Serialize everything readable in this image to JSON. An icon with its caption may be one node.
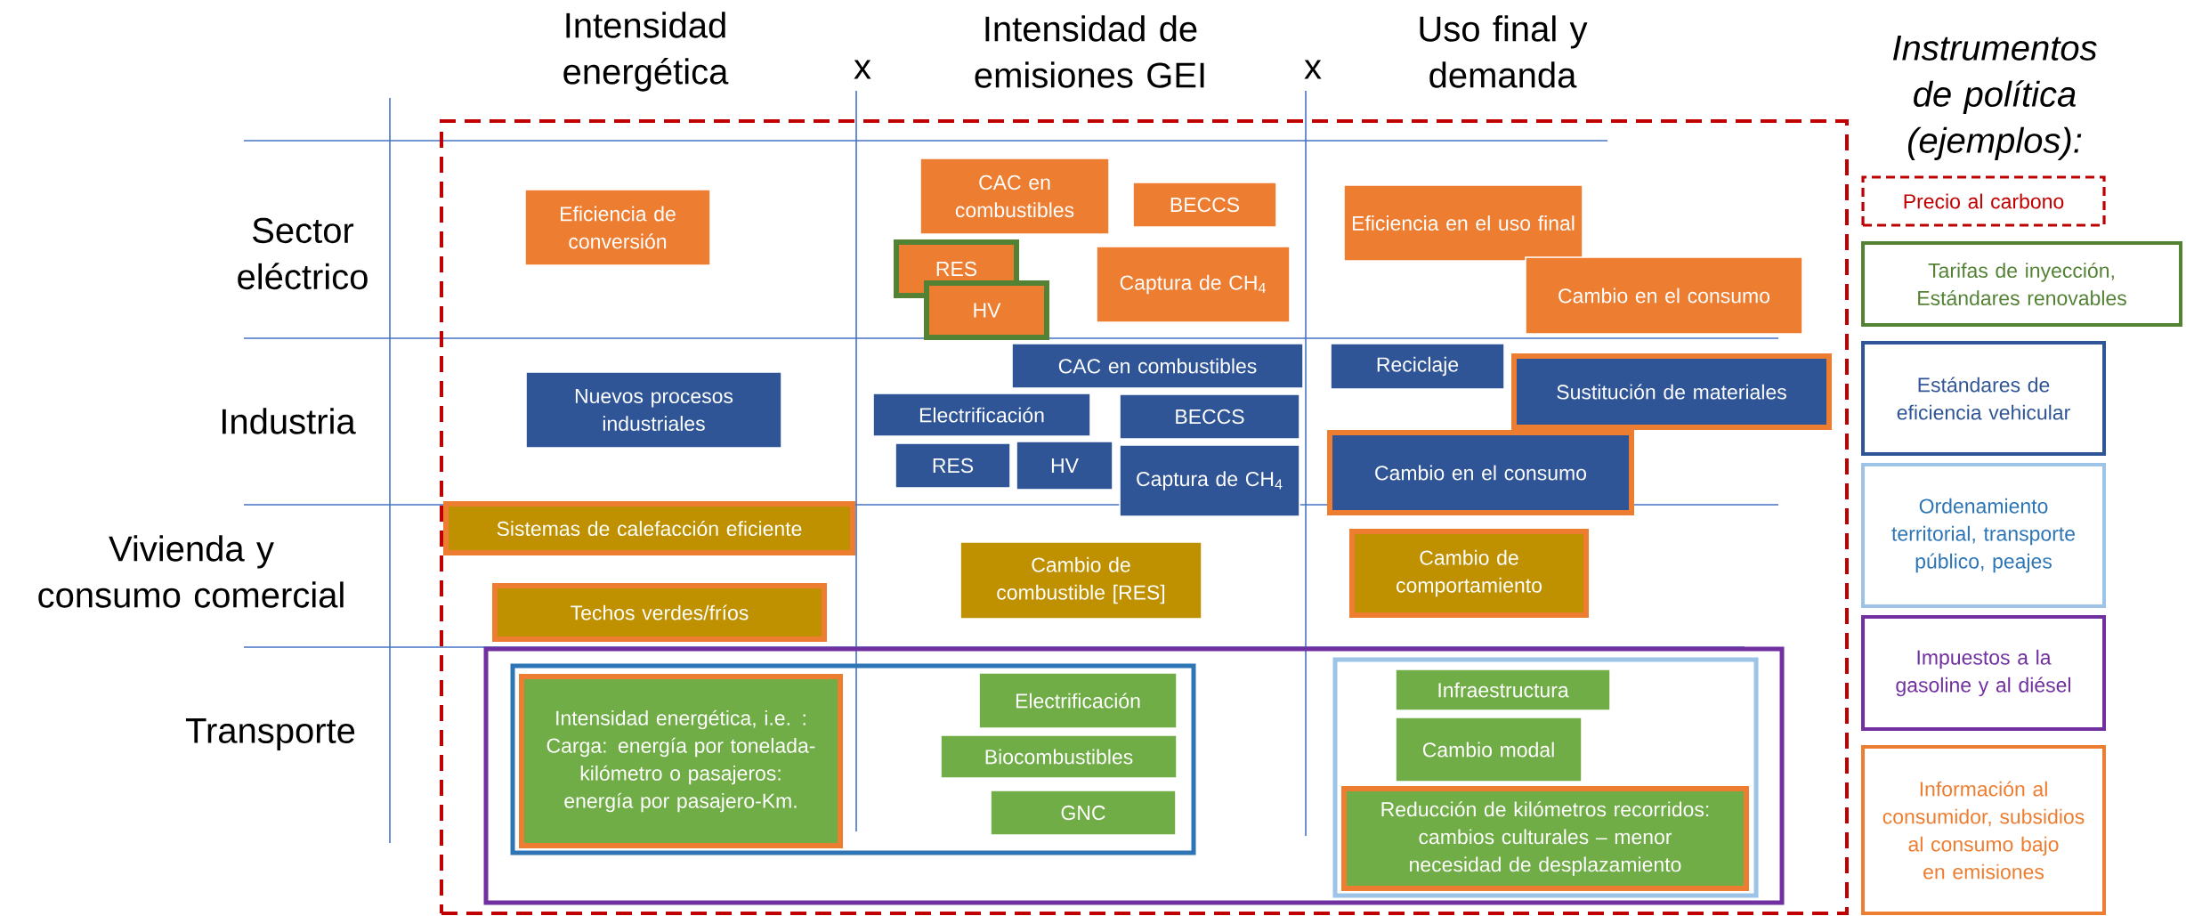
{
  "diagram": {
    "nodes": [
      {
        "text": [],
        "shape": "box"
      },
      {
        "text": [
          "Eficiencia de conversión"
        ],
        "in": 0
      },
      {
        "text": [
          "CAC en combustibles"
        ],
        "in": 0
      },
      {
        "text": [
          "BECCS"
        ],
        "in": 0
      },
      {
        "text": [
          "RES"
        ],
        "in": 0
      },
      {
        "text": [
          "HV"
        ],
        "in": 0
      },
      {
        "text": [
          "Captura de CH$_{4}$"
        ],
        "in": 0
      },
      {
        "text": [
          "Eficiencia en el uso final"
        ],
        "in": 0
      },
      {
        "text": [
          "Cambio en el consumo"
        ],
        "in": 0
      },
      {
        "text": [
          "Nuevos procesos industriales"
        ],
        "in": 0
      },
      {
        "text": [
          "CAC en combustibles"
        ],
        "in": 0
      },
      {
        "text": [
          "Electrificación"
        ],
        "in": 0
      },
      {
        "text": [
          "RES"
        ],
        "in": 0
      },
      {
        "text": [
          "HV"
        ],
        "in": 0
      },
      {
        "text": [
          "BECCS"
        ],
        "in": 0
      },
      {
        "text": [
          "Captura de CH$_{4}$"
        ],
        "in": 0
      },
      {
        "text": [
          "Reciclaje"
        ],
        "in": 0
      },
      {
        "text": [
          "Sustitución de materiales"
        ],
        "in": 0
      },
      {
        "text": [
          "Cambio en el consumo"
        ],
        "in": 0
      },
      {
        "text": [
          "Sistemas de calefacción eficiente"
        ],
        "in": 0
      },
      {
        "text": [
          "Techos verdes/fríos"
        ],
        "in": 0
      },
      {
        "text": [
          "Cambio de combustible [RES]"
        ],
        "in": 0
      },
      {
        "text": [
          "Cambio de comportamiento"
        ],
        "in": 0
      },
      {
        "text": [],
        "shape": "box",
        "in": 0
      },
      {
        "text": [],
        "shape": "box",
        "in": 23
      },
      {
        "text": [
          "Intensidad energética, i.e. : Carga: energía por tonelada-kilómetro o pasajeros: energía por pasajero-Km."
        ],
        "in": 24
      },
      {
        "text": [
          "Electrificación"
        ],
        "in": 24
      },
      {
        "text": [
          "Biocombustibles"
        ],
        "in": 24
      },
      {
        "text": [
          "GNC"
        ],
        "in": 24
      },
      {
        "text": [],
        "shape": "box",
        "in": 23
      },
      {
        "text": [
          "Infraestructura"
        ],
        "in": 29
      },
      {
        "text": [
          "Cambio modal"
        ],
        "in": 29
      },
      {
        "text": [
          "Reducción de kilómetros recorridos: cambios culturales – menor necesidad de desplazamiento"
        ],
        "in": 29
      },
      {
        "text": [
          "Precio al carbono"
        ]
      },
      {
        "text": [
          "Tarifas de inyección, Estándares renovables"
        ]
      },
      {
        "text": [
          "Estándares de eficiencia vehicular"
        ]
      },
      {
        "text": [
          "Ordenamiento territorial, transporte público, peajes"
        ]
      },
      {
        "text": [
          "Impuestos a la gasoline y al diésel"
        ]
      },
      {
        "text": [
          "Información al consumidor, subsidios al consumo bajo en emisiones"
        ]
      }
    ],
    "labels": [
      "Intensidad energética",
      "x",
      "Intensidad de emisiones GEI",
      "x",
      "Uso final y demanda",
      "Instrumentos de política (ejemplos):",
      "Sector eléctrico",
      "Industria",
      "Vivienda y consumo comercial",
      "Transporte"
    ]
  }
}
